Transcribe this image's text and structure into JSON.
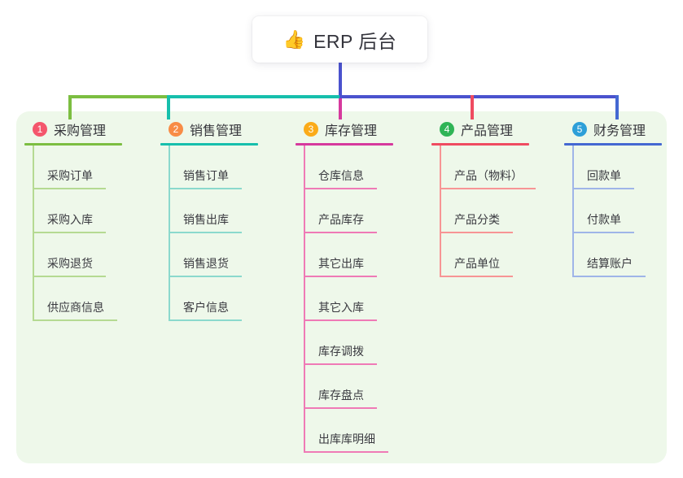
{
  "root": {
    "icon": "👍",
    "label": "ERP 后台"
  },
  "colors": {
    "root_line": "#4a52ce",
    "panel_bg": "#eef8ea",
    "node_bg": "#ffffff",
    "text": "#3a3a40"
  },
  "branches": [
    {
      "number": "1",
      "label": "采购管理",
      "line_color": "#7cbe41",
      "child_line_color": "#b5da92",
      "badge_color": "#f4566c",
      "items": [
        "采购订单",
        "采购入库",
        "采购退货",
        "供应商信息"
      ]
    },
    {
      "number": "2",
      "label": "销售管理",
      "line_color": "#16bfac",
      "child_line_color": "#8bd9cd",
      "badge_color": "#f88c46",
      "items": [
        "销售订单",
        "销售出库",
        "销售退货",
        "客户信息"
      ]
    },
    {
      "number": "3",
      "label": "库存管理",
      "line_color": "#d6399d",
      "child_line_color": "#ef7ab6",
      "badge_color": "#fbab19",
      "items": [
        "仓库信息",
        "产品库存",
        "其它出库",
        "其它入库",
        "库存调拨",
        "库存盘点",
        "出库库明细"
      ]
    },
    {
      "number": "4",
      "label": "产品管理",
      "line_color": "#ef4b60",
      "child_line_color": "#f79595",
      "badge_color": "#2fb456",
      "items": [
        "产品（物料）",
        "产品分类",
        "产品单位"
      ]
    },
    {
      "number": "5",
      "label": "财务管理",
      "line_color": "#4468d2",
      "child_line_color": "#9fb5e8",
      "badge_color": "#2d9fd8",
      "items": [
        "回款单",
        "付款单",
        "结算账户"
      ]
    }
  ]
}
